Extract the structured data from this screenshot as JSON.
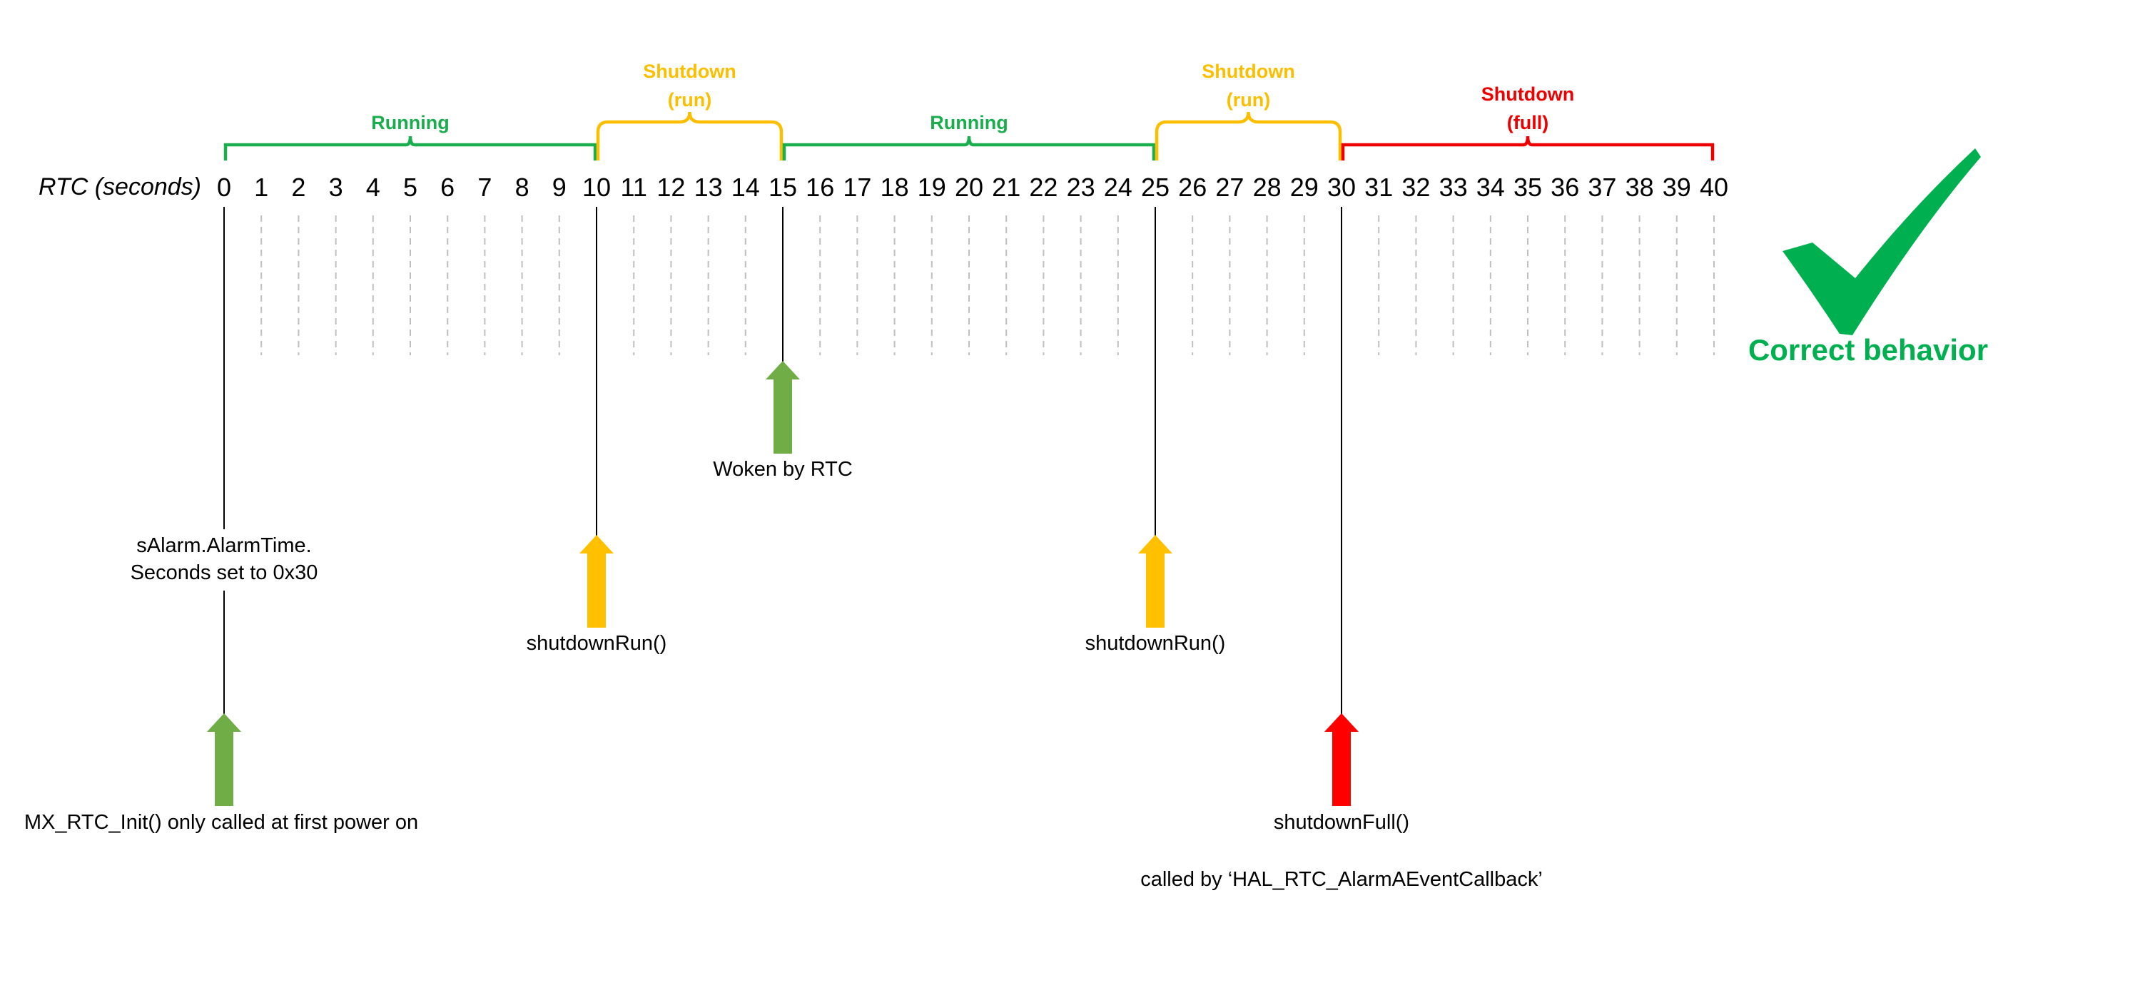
{
  "axis": {
    "title": "RTC (seconds)",
    "ticks": [
      "0",
      "1",
      "2",
      "3",
      "4",
      "5",
      "6",
      "7",
      "8",
      "9",
      "10",
      "11",
      "12",
      "13",
      "14",
      "15",
      "16",
      "17",
      "18",
      "19",
      "20",
      "21",
      "22",
      "23",
      "24",
      "25",
      "26",
      "27",
      "28",
      "29",
      "30",
      "31",
      "32",
      "33",
      "34",
      "35",
      "36",
      "37",
      "38",
      "39",
      "40"
    ]
  },
  "colors": {
    "running": "#1aad4d",
    "shutdown_run": "#fbbf00",
    "shutdown_full": "#ee0000",
    "arrow_green": "#70ad47",
    "arrow_yellow": "#ffc000",
    "arrow_red": "#ff0000",
    "gridline": "#bfbfbf",
    "line": "#000000"
  },
  "phases": [
    {
      "from": 0,
      "to": 10,
      "state": "running",
      "label": [
        "Running"
      ]
    },
    {
      "from": 10,
      "to": 15,
      "state": "shutdown_run",
      "label": [
        "Shutdown",
        "(run)"
      ]
    },
    {
      "from": 15,
      "to": 25,
      "state": "running",
      "label": [
        "Running"
      ]
    },
    {
      "from": 25,
      "to": 30,
      "state": "shutdown_run",
      "label": [
        "Shutdown",
        "(run)"
      ]
    },
    {
      "from": 30,
      "to": 40,
      "state": "shutdown_full",
      "label": [
        "Shutdown",
        "(full)"
      ]
    }
  ],
  "events": [
    {
      "t": 0,
      "arrow": "green",
      "row": "low",
      "label": [
        "MX_RTC_Init() only called at first power on"
      ],
      "note": [
        "sAlarm.AlarmTime.",
        "Seconds set to 0x30"
      ]
    },
    {
      "t": 10,
      "arrow": "yellow",
      "row": "mid",
      "label": [
        "shutdownRun()"
      ]
    },
    {
      "t": 15,
      "arrow": "green",
      "row": "high",
      "label": [
        "Woken by RTC"
      ]
    },
    {
      "t": 25,
      "arrow": "yellow",
      "row": "mid",
      "label": [
        "shutdownRun()"
      ]
    },
    {
      "t": 30,
      "arrow": "red",
      "row": "low",
      "label": [
        "shutdownFull()"
      ],
      "sublabel": "called by ‘HAL_RTC_AlarmAEventCallback’"
    }
  ],
  "verdict": {
    "icon": "checkmark-icon",
    "text": "Correct behavior",
    "color": "#00b050"
  }
}
